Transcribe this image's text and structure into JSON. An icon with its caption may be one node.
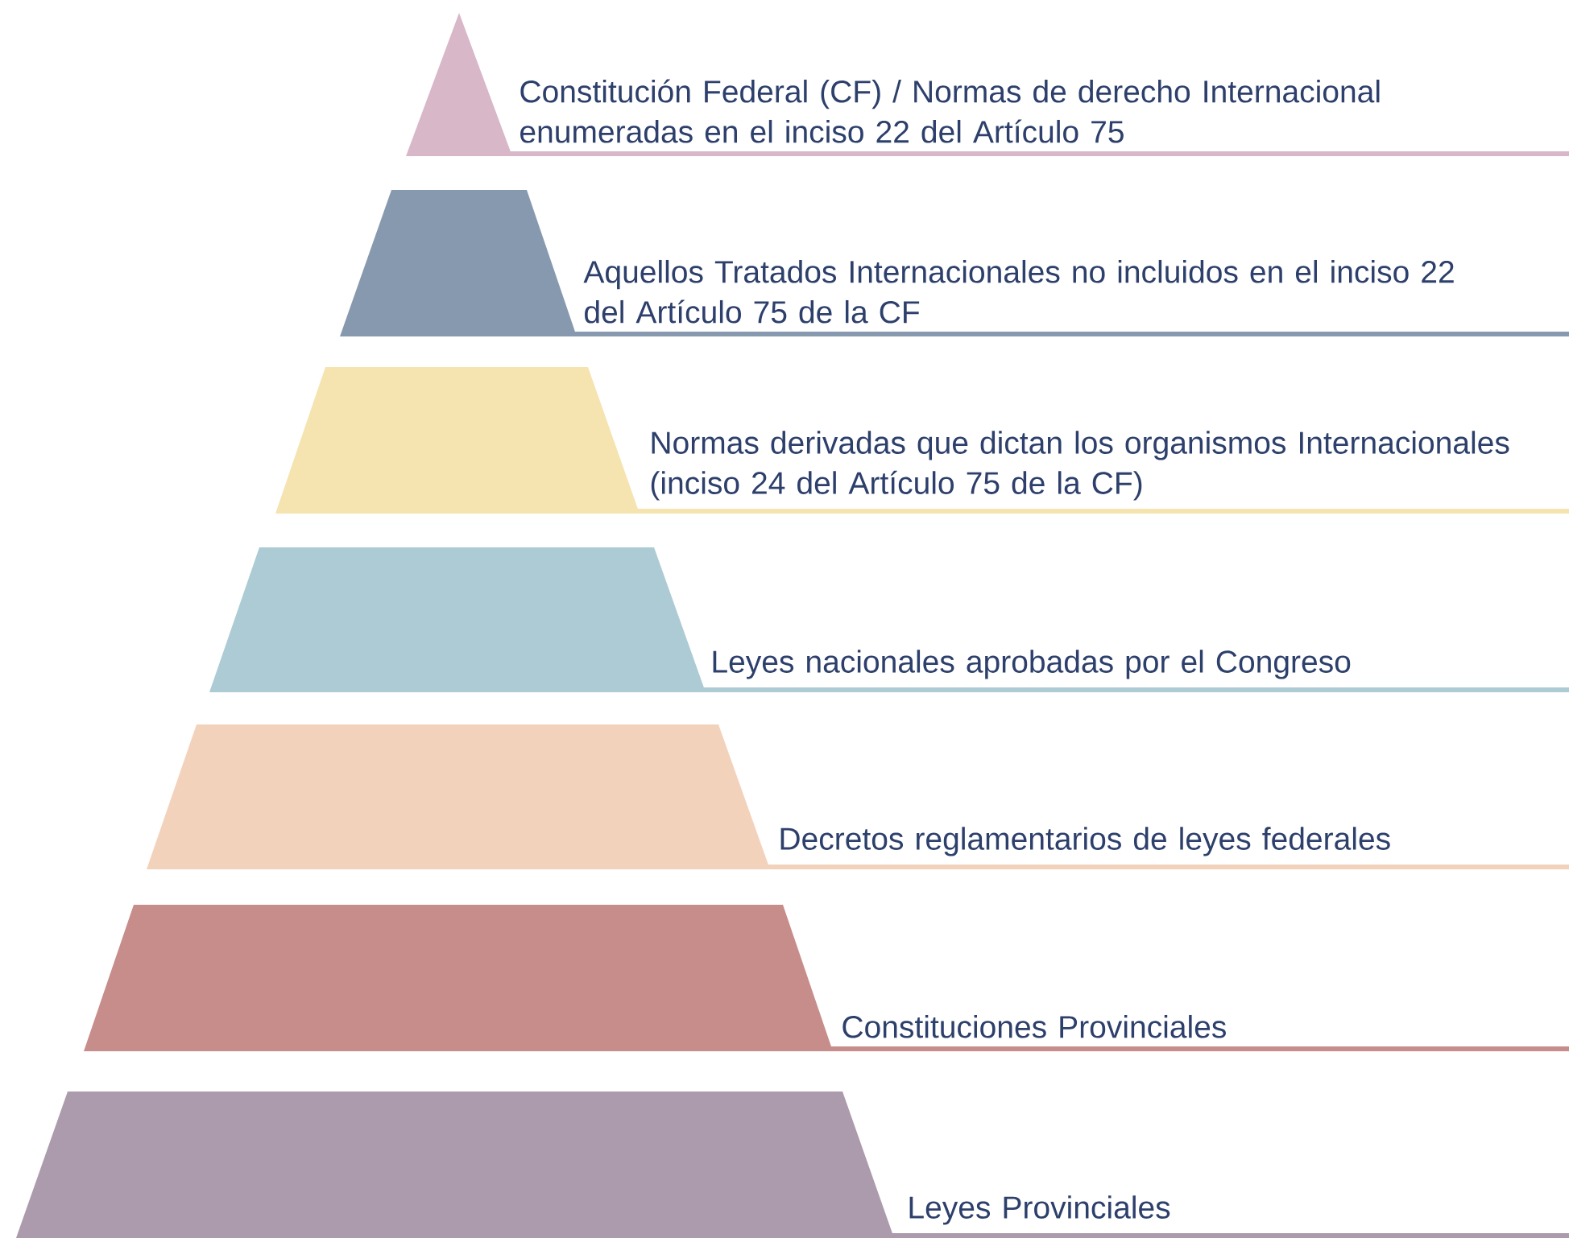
{
  "diagram": {
    "nodes": [
      {
        "text": [
          "Constitución Federal (CF) / Normas de derecho Internacional enumeradas en el inciso 22 del Artículo 75"
        ]
      },
      {
        "text": [
          "Aquellos Tratados Internacionales no incluidos en el inciso 22 del Artículo 75 de la CF"
        ]
      },
      {
        "text": [
          "Normas derivadas que dictan los organismos Internacionales (inciso 24 del Artículo 75 de la CF)"
        ]
      },
      {
        "text": [
          "Leyes nacionales aprobadas por el Congreso"
        ]
      },
      {
        "text": [
          "Decretos reglamentarios de leyes federales"
        ]
      },
      {
        "text": [
          "Constituciones Provinciales"
        ]
      },
      {
        "text": [
          "Leyes Provinciales"
        ]
      }
    ]
  }
}
